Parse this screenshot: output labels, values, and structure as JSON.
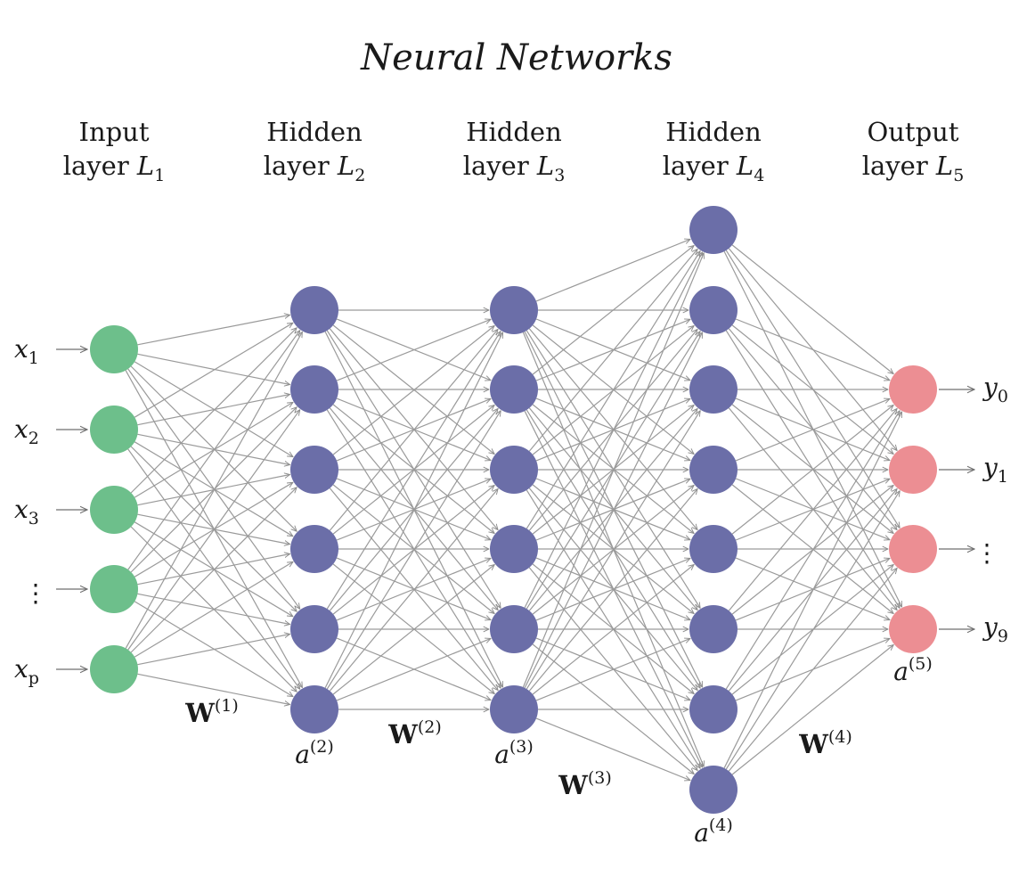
{
  "title": "Neural Networks",
  "colors": {
    "input_node": "#6dbf8b",
    "hidden_node": "#6b6ea8",
    "output_node": "#ec8e93",
    "edge": "#9a9a9a",
    "text": "#1a1a1a"
  },
  "layers": [
    {
      "id": "L1",
      "header_line1": "Input",
      "header_line2": "layer",
      "header_math": "L",
      "header_sub": "1",
      "kind": "input",
      "node_count": 5,
      "activation": null,
      "activation_sup": null
    },
    {
      "id": "L2",
      "header_line1": "Hidden",
      "header_line2": "layer",
      "header_math": "L",
      "header_sub": "2",
      "kind": "hidden",
      "node_count": 6,
      "activation": "a",
      "activation_sup": "(2)"
    },
    {
      "id": "L3",
      "header_line1": "Hidden",
      "header_line2": "layer",
      "header_math": "L",
      "header_sub": "3",
      "kind": "hidden",
      "node_count": 6,
      "activation": "a",
      "activation_sup": "(3)"
    },
    {
      "id": "L4",
      "header_line1": "Hidden",
      "header_line2": "layer",
      "header_math": "L",
      "header_sub": "4",
      "kind": "hidden",
      "node_count": 8,
      "activation": "a",
      "activation_sup": "(4)"
    },
    {
      "id": "L5",
      "header_line1": "Output",
      "header_line2": "layer",
      "header_math": "L",
      "header_sub": "5",
      "kind": "output",
      "node_count": 4,
      "activation": "a",
      "activation_sup": "(5)"
    }
  ],
  "inputs": [
    {
      "sym": "x",
      "sub": "1"
    },
    {
      "sym": "x",
      "sub": "2"
    },
    {
      "sym": "x",
      "sub": "3"
    },
    {
      "sym": "⋮",
      "sub": ""
    },
    {
      "sym": "x",
      "sub": "p"
    }
  ],
  "outputs": [
    {
      "sym": "y",
      "sub": "0"
    },
    {
      "sym": "y",
      "sub": "1"
    },
    {
      "sym": "⋮",
      "sub": ""
    },
    {
      "sym": "y",
      "sub": "9"
    }
  ],
  "weights": [
    {
      "sym": "W",
      "sup": "(1)"
    },
    {
      "sym": "W",
      "sup": "(2)"
    },
    {
      "sym": "W",
      "sup": "(3)"
    },
    {
      "sym": "W",
      "sup": "(4)"
    }
  ]
}
